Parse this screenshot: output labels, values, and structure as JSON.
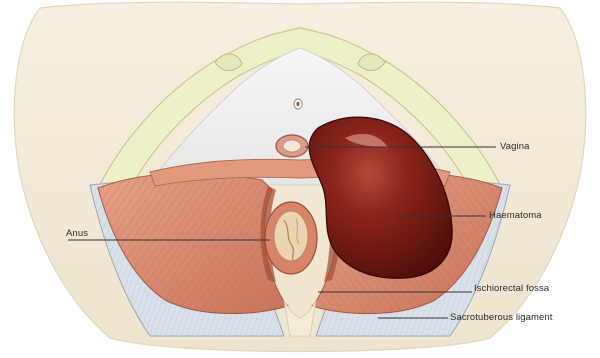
{
  "labels": {
    "vagina": "Vagina",
    "haematoma": "Haematoma",
    "anus": "Anus",
    "ischiorectal_fossa": "Ischiorectal fossa",
    "sacrotuberous_ligament": "Sacrotuberous ligament"
  },
  "colors": {
    "skin_outer": "#f4ecd8",
    "pubic_arch": "#eef0c8",
    "membrane": "#f1f1f1",
    "ligament": "#d8e0ea",
    "muscle": "#d98a6c",
    "haematoma": "#7e1e18",
    "leader_line": "#333333"
  }
}
